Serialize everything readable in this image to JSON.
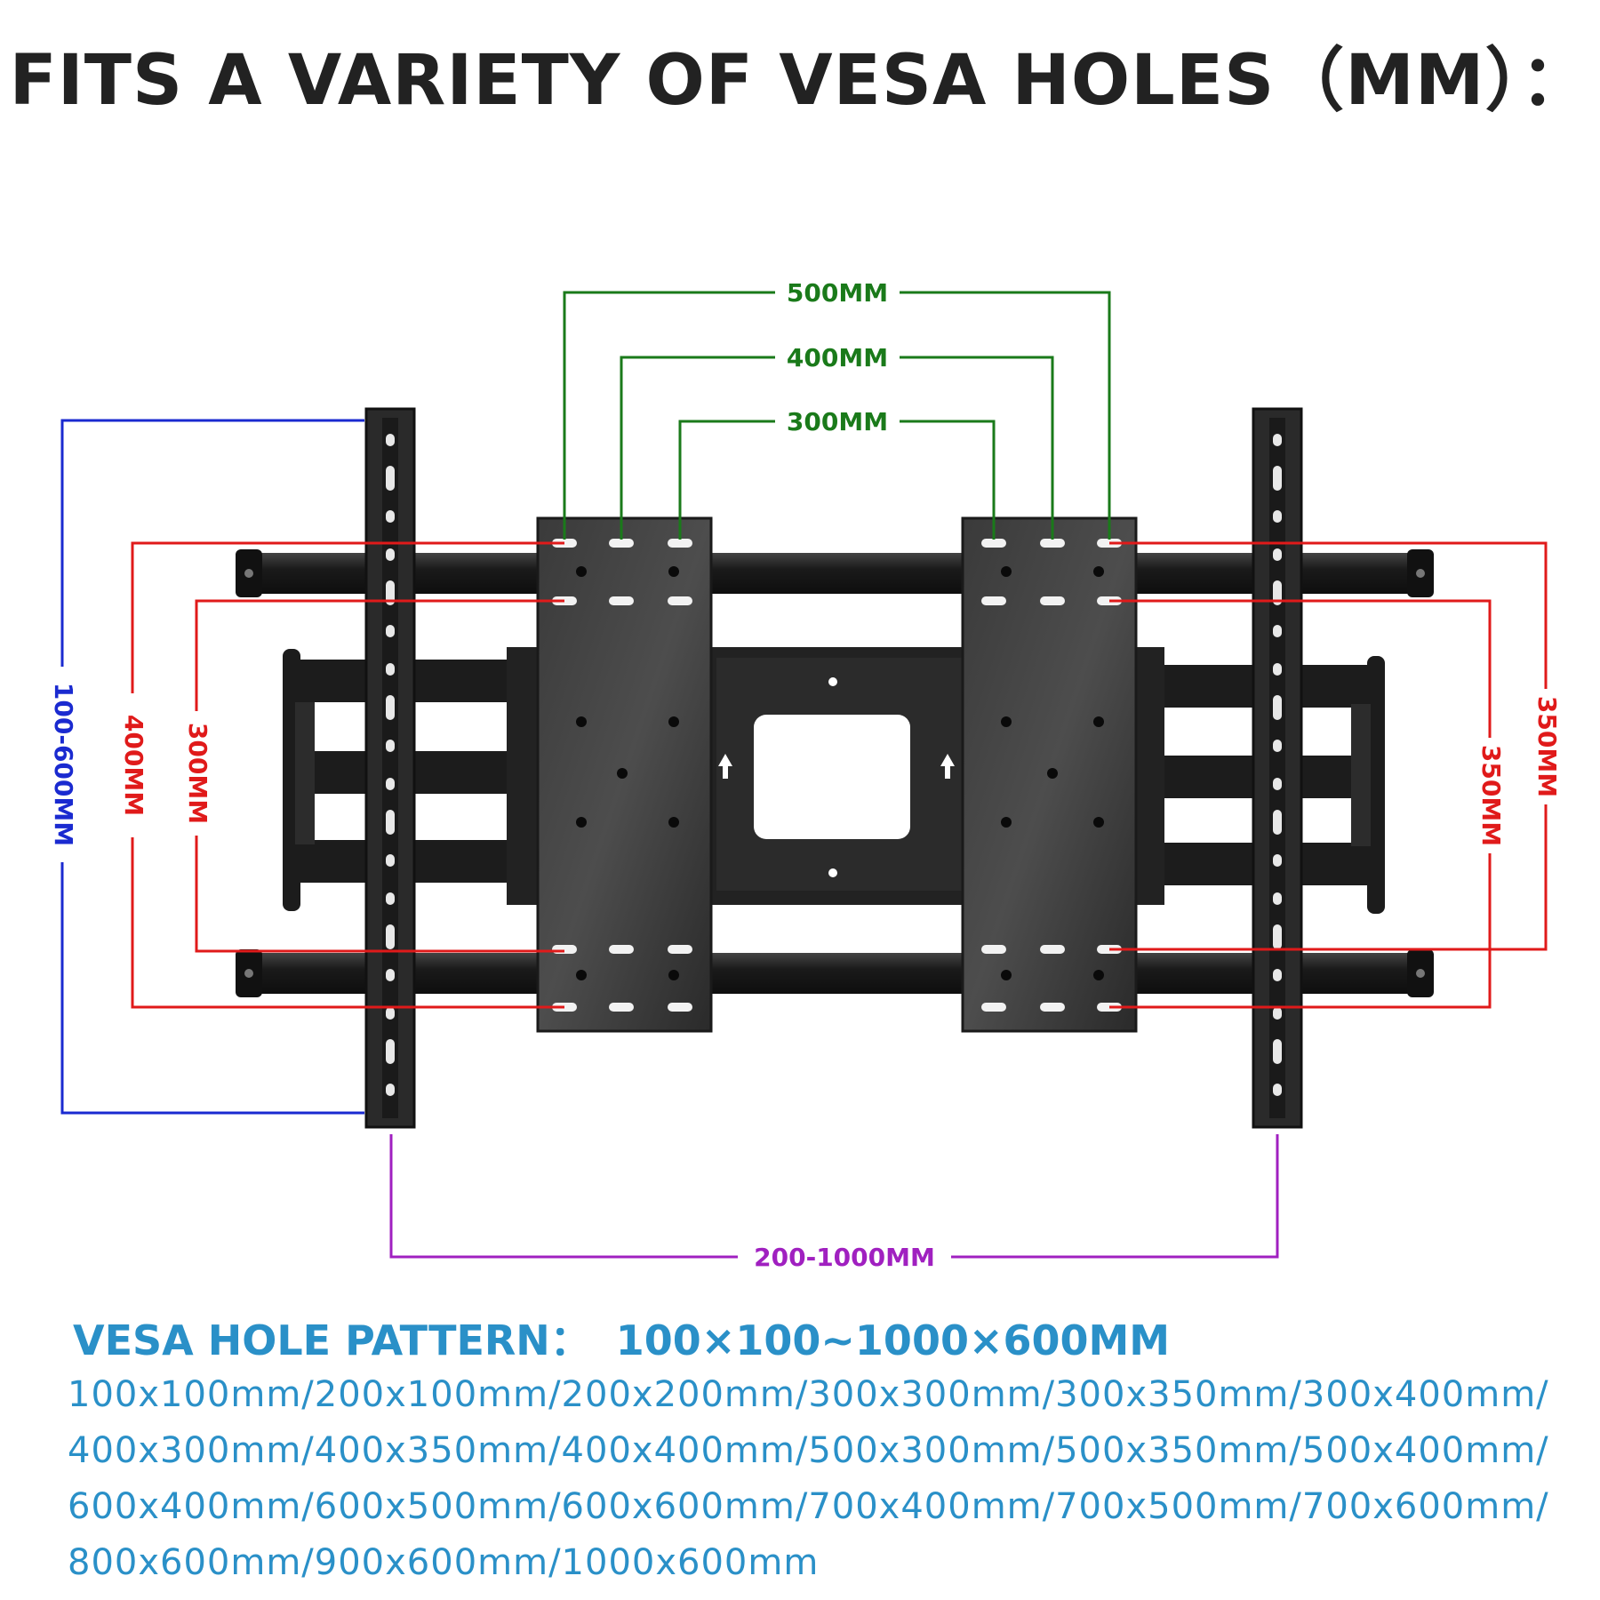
{
  "headline": "FITS A VARIETY OF VESA HOLES（MM）：",
  "dimensions": {
    "top_widths": [
      "500MM",
      "400MM",
      "300MM"
    ],
    "left_outer": "100-600MM",
    "left_red_outer": "400MM",
    "left_red_inner": "300MM",
    "right_red_outer": "350MM",
    "right_red_inner": "350MM",
    "bottom_width": "200-1000MM"
  },
  "colors": {
    "green": "#1a7a1a",
    "red": "#e01a1a",
    "blue": "#1a2ad0",
    "purple": "#a020c0",
    "caption_blue": "#2a90c8",
    "bracket_black": "#1c1c1c"
  },
  "icons": {
    "mount": "tv-wall-mount-bracket-illustration",
    "arrow": "up-arrow-icon"
  },
  "caption": {
    "label": "VESA HOLE PATTERN：",
    "range": "100×100~1000×600MM",
    "sizes": "100x100mm/200x100mm/200x200mm/300x300mm/300x350mm/300x400mm/400x300mm/400x350mm/400x400mm/500x300mm/500x350mm/500x400mm/600x400mm/600x500mm/600x600mm/700x400mm/700x500mm/700x600mm/800x600mm/900x600mm/1000x600mm"
  }
}
